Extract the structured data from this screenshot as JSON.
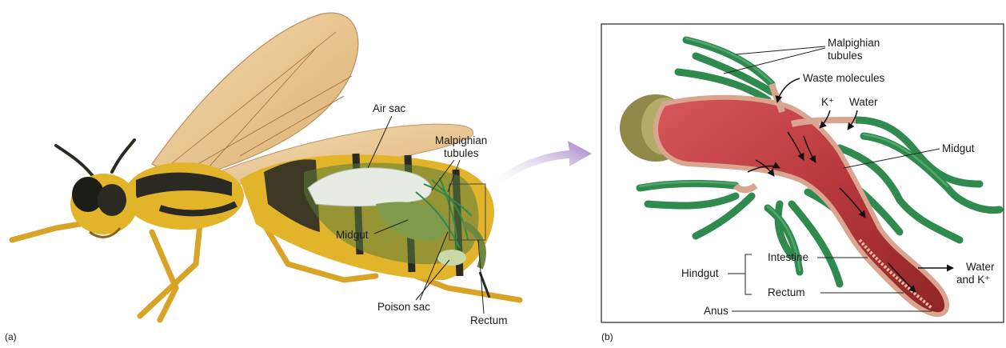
{
  "panel_a": {
    "panel_label": "(a)",
    "labels": {
      "air_sac": "Air sac",
      "malpighian_line1": "Malpighian",
      "malpighian_line2": "tubules",
      "midgut": "Midgut",
      "poison_sac": "Poison sac",
      "rectum": "Rectum"
    }
  },
  "panel_b": {
    "panel_label": "(b)",
    "labels": {
      "malpighian_line1": "Malpighian",
      "malpighian_line2": "tubules",
      "waste_molecules": "Waste molecules",
      "k_plus": "K⁺",
      "water": "Water",
      "midgut": "Midgut",
      "hindgut": "Hindgut",
      "intestine": "Intestine",
      "rectum": "Rectum",
      "anus": "Anus",
      "water_and_k_line1": "Water",
      "water_and_k_line2": "and K⁺"
    }
  },
  "colors": {
    "gut": "#b33a3c",
    "tubule": "#2f8a4e",
    "wing": "#e8c08a",
    "body_yellow": "#e2b42a",
    "body_black": "#2a2a22",
    "connector_arrow": "#a58ac9"
  }
}
